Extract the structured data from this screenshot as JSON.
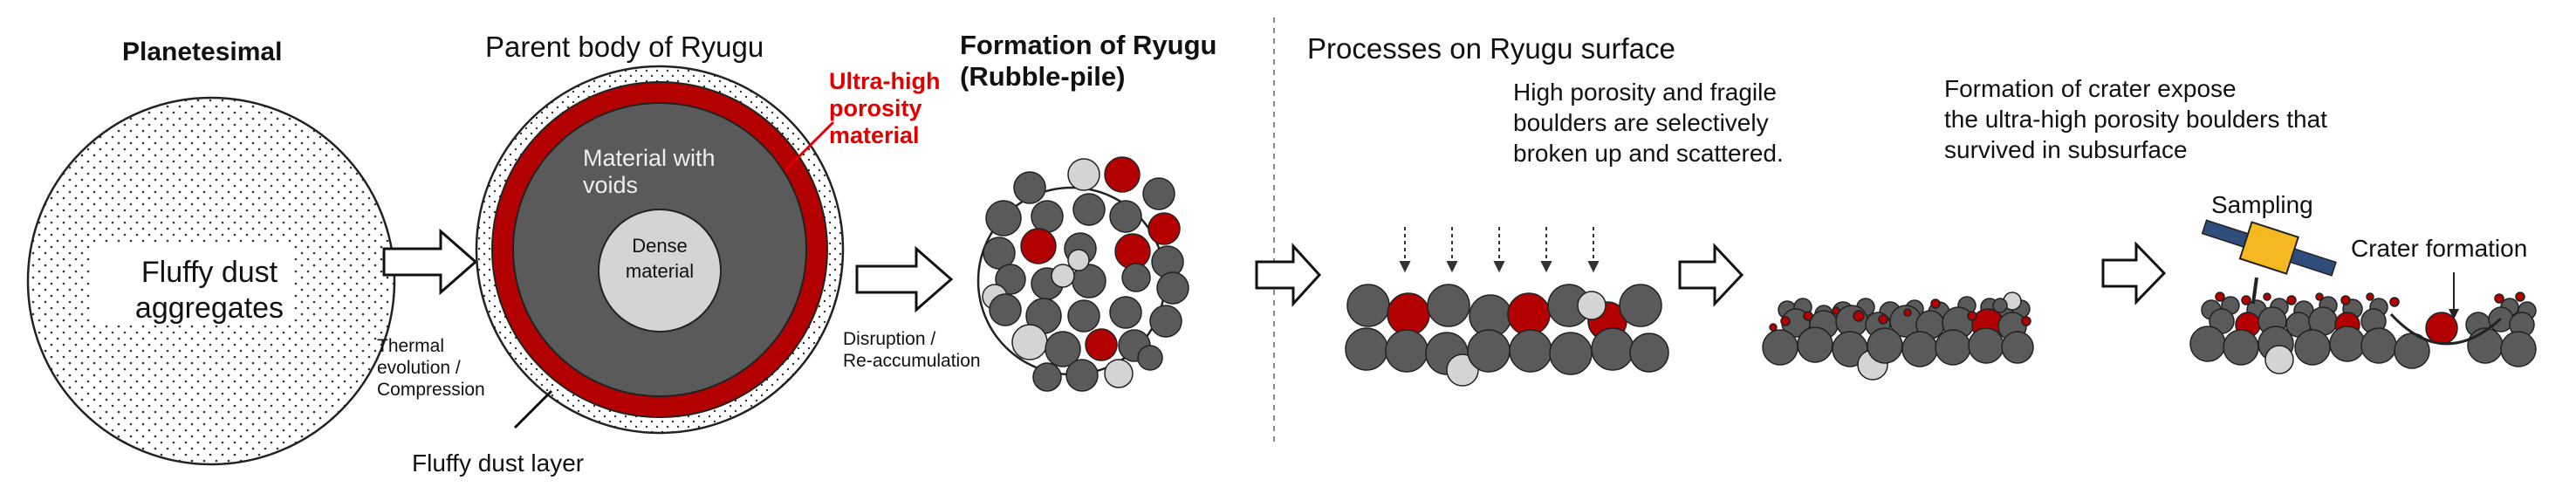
{
  "stages": {
    "planetesimal": {
      "title": "Planetesimal",
      "body": [
        "Fluffy dust",
        "aggregates"
      ]
    },
    "parent_body": {
      "title": "Parent body of Ryugu",
      "uhp_label": [
        "Ultra-high",
        "porosity",
        "material"
      ],
      "voids_label": [
        "Material with",
        "voids"
      ],
      "dense_label": [
        "Dense",
        "material"
      ],
      "dust_layer_label": "Fluffy dust layer",
      "transition_in": [
        "Thermal",
        "evolution /",
        "Compression"
      ]
    },
    "formation": {
      "title": [
        "Formation of Ryugu",
        "(Rubble-pile)"
      ],
      "transition_in": [
        "Disruption /",
        "Re-accumulation"
      ]
    },
    "surface": {
      "title": "Processes on Ryugu surface",
      "step1": [
        "High porosity and fragile",
        "boulders are selectively",
        "broken up and scattered."
      ],
      "step2": [
        "Formation of crater expose",
        "the ultra-high porosity boulders that",
        "survived in subsurface"
      ],
      "sampling_label": "Sampling",
      "crater_label": "Crater formation"
    }
  },
  "colors": {
    "boulder": "#5a5a5a",
    "uhp_red": "#b30000",
    "light": "#d4d4d4",
    "red_text": "#e00000",
    "probe": "#f5b820",
    "panel": "#2f4d7a"
  }
}
